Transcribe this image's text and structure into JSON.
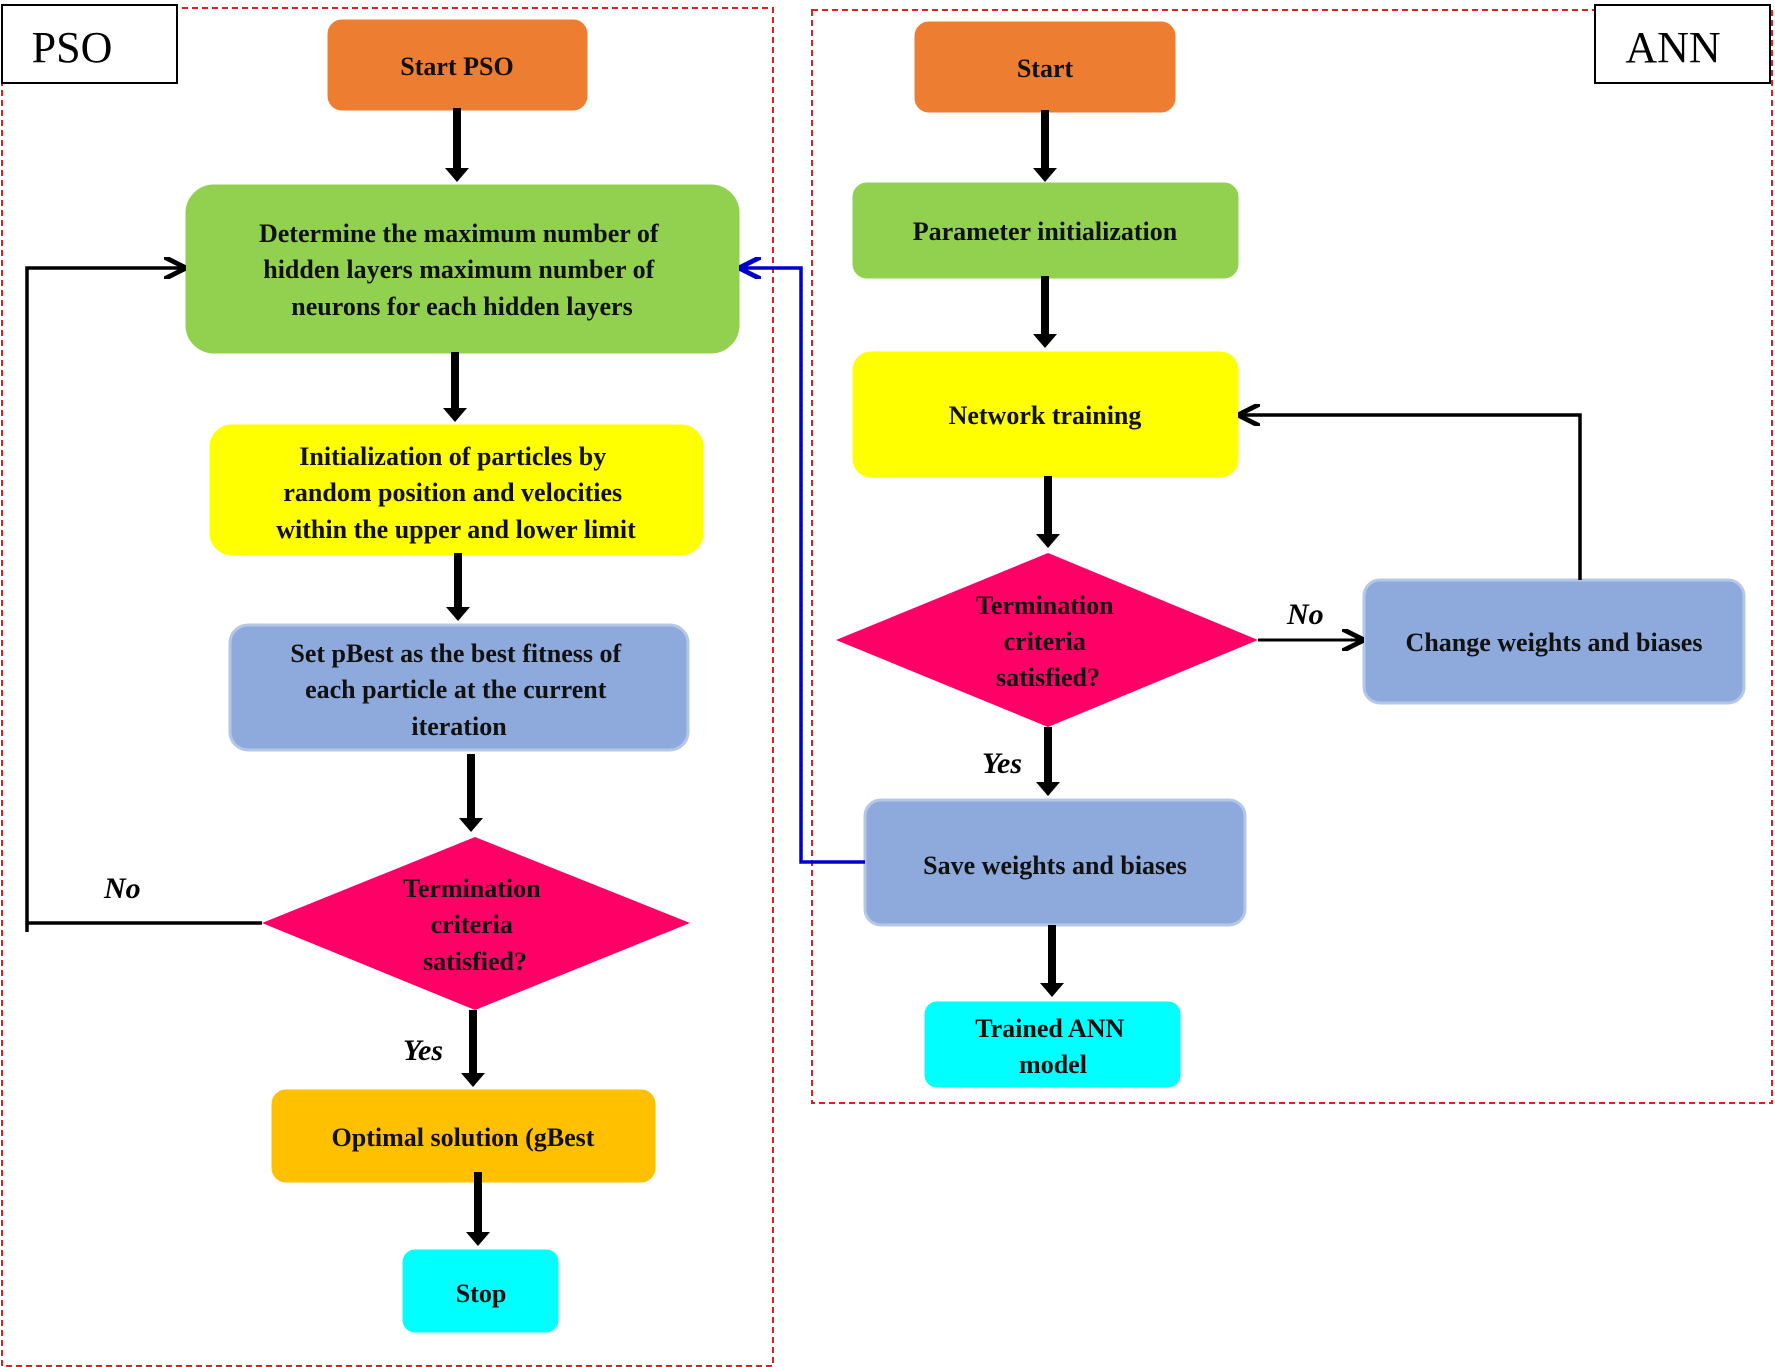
{
  "panels": {
    "pso": {
      "title": "PSO"
    },
    "ann": {
      "title": "ANN"
    }
  },
  "colors": {
    "orange": "#ED7D31",
    "green": "#92D050",
    "yellow": "#FFFF00",
    "blue": "#8EA9DB",
    "magenta": "#FF0066",
    "gold": "#FFC000",
    "cyan": "#00FFFF",
    "dashed_border": "#E02020",
    "feedback_line": "#0000CC"
  },
  "pso_nodes": {
    "start": [
      "Start PSO"
    ],
    "determine": [
      "Determine the maximum  number of",
      "hidden layers  maximum number of",
      "neurons for each hidden layers"
    ],
    "init_particles": [
      "Initialization  of particles by",
      "random position and velocities",
      "within the upper and lower limit"
    ],
    "set_pbest": [
      "Set pBest as the best fitness of",
      "each particle at the current",
      "iteration"
    ],
    "termination": [
      "Termination",
      "criteria",
      "satisfied?"
    ],
    "optimal": [
      "Optimal solution (gBest"
    ],
    "stop": [
      "Stop"
    ]
  },
  "ann_nodes": {
    "start": [
      "Start"
    ],
    "param_init": [
      "Parameter initialization"
    ],
    "training": [
      "Network training"
    ],
    "termination": [
      "Termination",
      "criteria",
      "satisfied?"
    ],
    "change": [
      "Change weights and biases"
    ],
    "save": [
      "Save weights and biases"
    ],
    "trained": [
      "Trained ANN",
      "model"
    ]
  },
  "edge_labels": {
    "pso_no": "No",
    "pso_yes": "Yes",
    "ann_no": "No",
    "ann_yes": "Yes"
  }
}
